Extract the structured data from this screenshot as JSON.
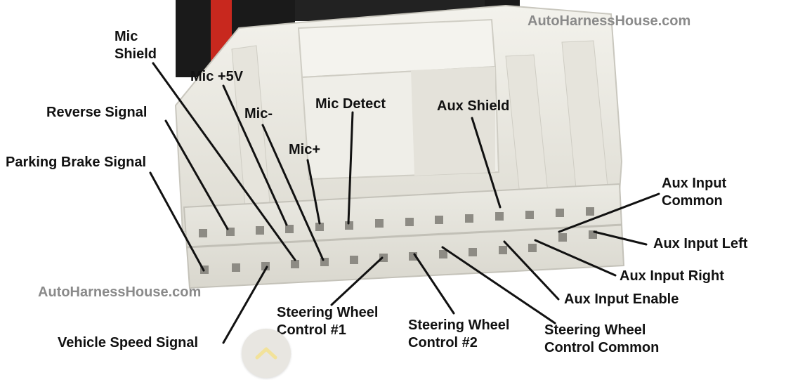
{
  "watermarks": {
    "top": "AutoHarnessHouse.com",
    "bottom": "AutoHarnessHouse.com"
  },
  "labels": {
    "mic_shield": [
      "Mic",
      "Shield"
    ],
    "mic_5v": "Mic +5V",
    "reverse_signal": "Reverse Signal",
    "mic_minus": "Mic-",
    "mic_detect": "Mic Detect",
    "aux_shield": "Aux Shield",
    "mic_plus": "Mic+",
    "parking_brake_signal": "Parking Brake Signal",
    "aux_input_common": [
      "Aux Input",
      "Common"
    ],
    "aux_input_left": "Aux Input Left",
    "aux_input_right": "Aux Input Right",
    "aux_input_enable": "Aux Input Enable",
    "swc_1": [
      "Steering Wheel",
      "Control #1"
    ],
    "swc_2": [
      "Steering Wheel",
      "Control #2"
    ],
    "swc_common": [
      "Steering Wheel",
      "Control Common"
    ],
    "vehicle_speed_signal": "Vehicle Speed Signal"
  },
  "icons": {
    "scroll_up": "chevron-up-icon"
  },
  "colors": {
    "connector_body": "#ecebe4",
    "connector_shadow": "#cfcdc4",
    "pin_hole": "#8d8b84",
    "leader_line": "#111111",
    "label_text": "#111111",
    "watermark": "#8a8a8a",
    "wire_red": "#c8281e",
    "wire_black": "#1a1a1a",
    "scroll_button": "#e8e6e1",
    "chevron": "#f2e29a"
  }
}
